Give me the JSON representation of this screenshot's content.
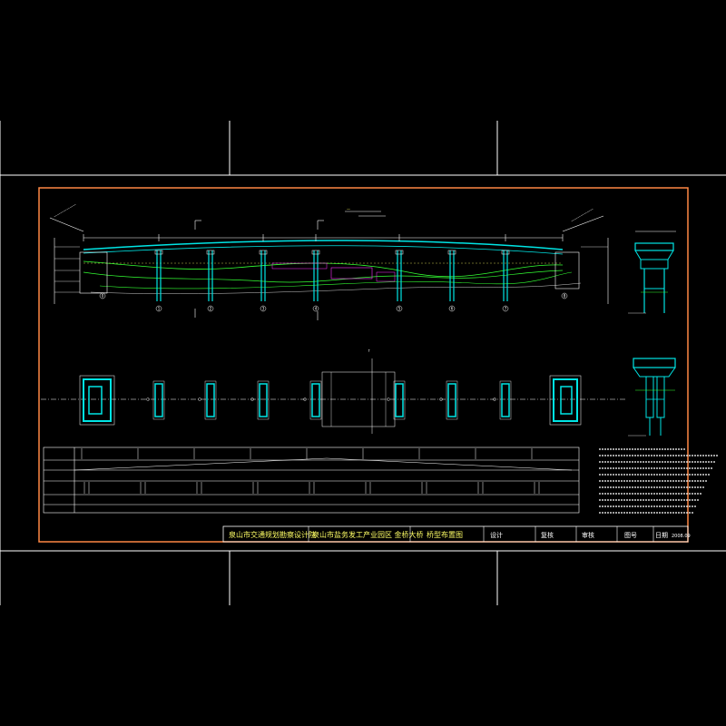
{
  "title_block": {
    "company": "泉山市交通规划勘察设计院",
    "project": "泉山市盐务发工产业园区   金桥大桥",
    "drawing_title": "桥型布置图",
    "design": "设计",
    "review": "复核",
    "approve": "审核",
    "drawing_no_label": "图号",
    "date_label": "日期",
    "date_value": "2008.09"
  },
  "colors": {
    "background": "#000000",
    "frame": "#ffffff",
    "border": "#ff8844",
    "structure": "#00e5e5",
    "ground": "#33ff33",
    "annotation": "#ffffff",
    "highlight": "#ff33ff",
    "yellow": "#ffff66",
    "red": "#ff3333"
  },
  "piers": [
    {
      "label": "0"
    },
    {
      "label": "1"
    },
    {
      "label": "2"
    },
    {
      "label": "3"
    },
    {
      "label": "4"
    },
    {
      "label": "5"
    },
    {
      "label": "6"
    },
    {
      "label": "7"
    },
    {
      "label": "8"
    }
  ]
}
